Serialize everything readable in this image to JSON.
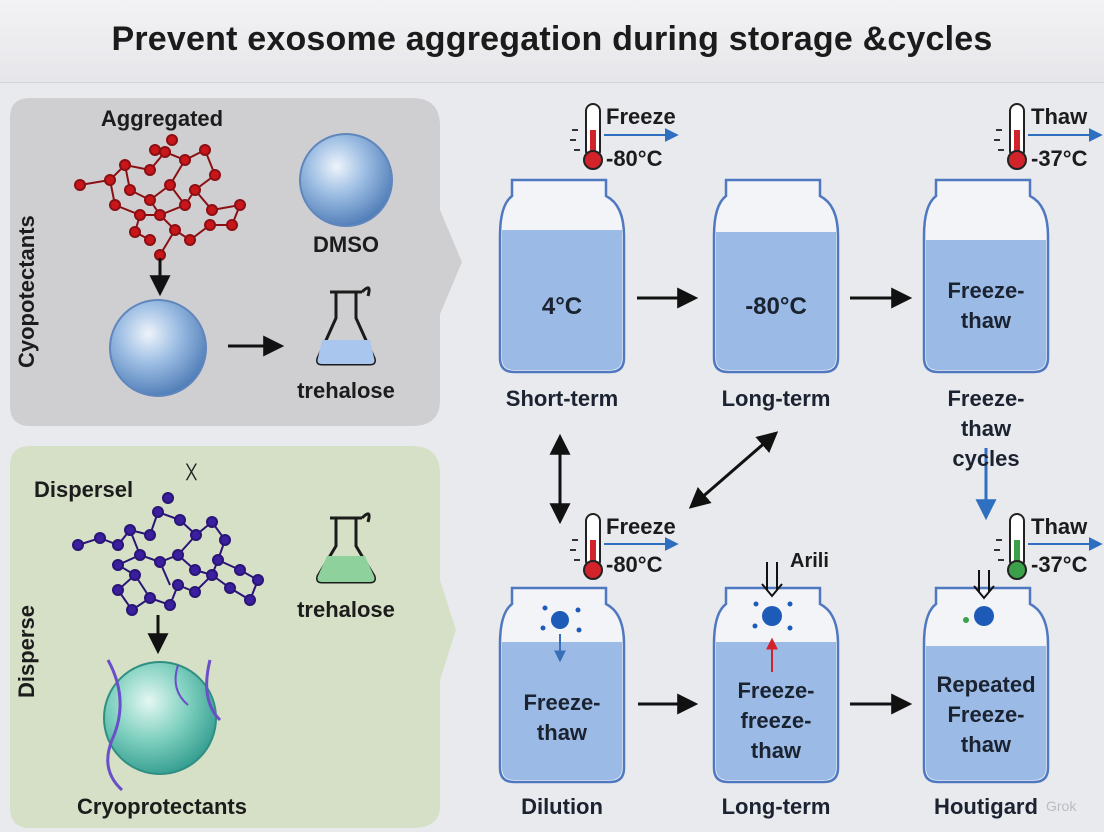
{
  "title": "Prevent exosome aggregation during storage  &cycles",
  "left_top_panel": {
    "side_label": "Cyopotectants",
    "aggregated_label": "Aggregated",
    "dmso_label": "DMSO",
    "trehalose_label": "trehalose"
  },
  "left_bottom_panel": {
    "side_label": "Disperse",
    "dispersed_label": "Dispersel",
    "mark": "ᚷ",
    "trehalose_label": "trehalose",
    "cryo_label": "Cryoprotectants"
  },
  "thermometers": [
    {
      "action": "Freeze",
      "temp": "-80°C"
    },
    {
      "action": "Thaw",
      "temp": "-37°C"
    },
    {
      "action": "Freeze",
      "temp": "-80°C"
    },
    {
      "action": "Thaw",
      "temp": "-37°C"
    }
  ],
  "top_row": [
    {
      "jar_text": "4°C",
      "caption": "Short-term"
    },
    {
      "jar_text": "-80°C",
      "caption": "Long-term"
    },
    {
      "jar_text": "Freeze-\nthaw",
      "caption": "Freeze-thaw\ncycles"
    }
  ],
  "bottom_row": [
    {
      "jar_text": "Freeze-\nthaw",
      "caption": "Dilution"
    },
    {
      "jar_text": "Freeze-\nfreeze-\nthaw",
      "caption": "Long-term"
    },
    {
      "jar_text": "Repeated\nFreeze-\nthaw",
      "caption": "Houtigard"
    }
  ],
  "annotation_arrow": "Arili",
  "watermark": "Grok",
  "colors": {
    "aggregate": "#c8161b",
    "disperse": "#3a1f9e",
    "jar_liquid": "#9bbbe6",
    "jar_outline": "#4f78c0",
    "left_top_bg": "#cfcfd2",
    "left_bottom_bg": "#d5e0c6",
    "thermo_red": "#d2232a",
    "thermo_green": "#3aa04a",
    "flow_blue": "#2f6fc0"
  }
}
